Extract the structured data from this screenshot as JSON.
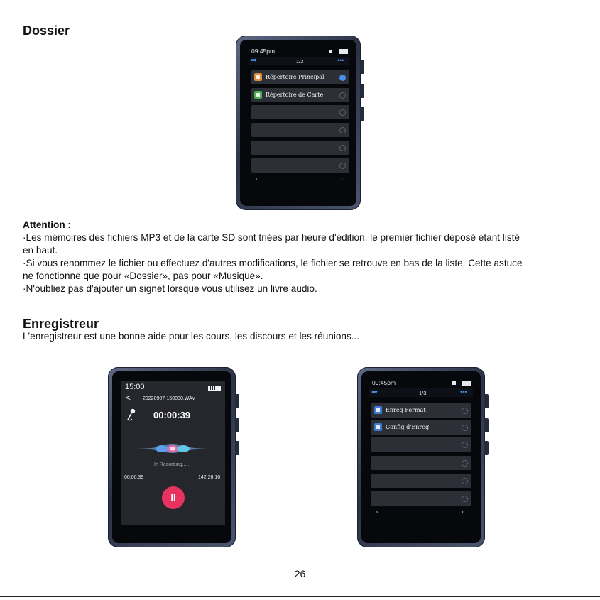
{
  "dossier": {
    "heading": "Dossier",
    "device": {
      "time": "09:45pm",
      "page": "1/2",
      "items": [
        {
          "label": "Répertoire Principal",
          "icon_color": "#e08a3c",
          "selected": true
        },
        {
          "label": "Répertoire de Carte",
          "icon_color": "#4cb04c",
          "selected": false
        },
        {
          "label": "",
          "selected": false
        },
        {
          "label": "",
          "selected": false
        },
        {
          "label": "",
          "selected": false
        },
        {
          "label": "",
          "selected": false
        }
      ],
      "prev_glyph": "‹",
      "next_glyph": "›"
    }
  },
  "attention": {
    "heading": "Attention :",
    "lines": [
      "·Les mémoires des fichiers MP3 et de la carte SD sont triées par heure d'édition, le premier fichier déposé étant listé",
      "en haut.",
      "·Si vous renommez le fichier ou effectuez d'autres modifications, le fichier se retrouve en bas de la liste. Cette astuce",
      "ne fonctionne que pour «Dossier», pas pour «Musique».",
      "·N'oubliez pas d'ajouter un signet lorsque vous utilisez un livre audio."
    ]
  },
  "enregistreur": {
    "heading": "Enregistreur",
    "intro": "L'enregistreur est une bonne aide pour les cours, les discours et les réunions...",
    "recorder": {
      "time": "15:00",
      "back_glyph": "<",
      "filename": "20220907-150000.WAV",
      "elapsed": "00:00:39",
      "status": "In Recording.....",
      "left_time": "00:00:39",
      "right_time": "142:26:16",
      "pause_glyph": "II"
    },
    "menu": {
      "time": "09:45pm",
      "page": "1/3",
      "items": [
        {
          "label": "Enreg  Format",
          "icon_color": "#3d7bd8",
          "selected": false
        },
        {
          "label": "Config d'Enreg",
          "icon_color": "#3d7bd8",
          "selected": false
        },
        {
          "label": "",
          "selected": false
        },
        {
          "label": "",
          "selected": false
        },
        {
          "label": "",
          "selected": false
        },
        {
          "label": "",
          "selected": false
        }
      ],
      "prev_glyph": "‹",
      "next_glyph": "›"
    }
  },
  "page_number": "26",
  "icons": [
    "back-arrow-icon",
    "more-dots-icon",
    "battery-icon",
    "sd-card-icon",
    "folder-icon",
    "microphone-icon",
    "pause-icon",
    "chevron-left-icon",
    "chevron-right-icon"
  ]
}
